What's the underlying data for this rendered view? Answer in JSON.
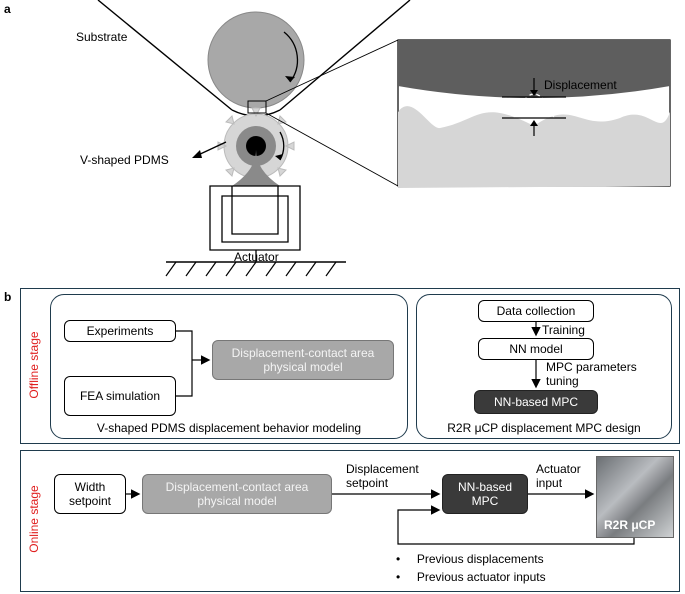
{
  "panel_a": {
    "letter": "a",
    "substrate_label": "Substrate",
    "pdms_label": "V-shaped PDMS",
    "actuator_label": "Actuator",
    "displacement_label": "Displacement"
  },
  "panel_b": {
    "letter": "b",
    "offline_stage": "Offline stage",
    "online_stage": "Online stage",
    "offline_left": {
      "experiments": "Experiments",
      "fea": "FEA simulation",
      "model": "Displacement-contact area physical model",
      "caption": "V-shaped PDMS displacement behavior modeling"
    },
    "offline_right": {
      "data_collection": "Data collection",
      "training": "Training",
      "nn_model": "NN model",
      "mpc_tuning": "MPC parameters tuning",
      "nn_mpc": "NN-based MPC",
      "caption": "R2R μCP displacement MPC design"
    },
    "online": {
      "width_setpoint": "Width setpoint",
      "model": "Displacement-contact area physical model",
      "displacement_setpoint": "Displacement setpoint",
      "nn_mpc": "NN-based MPC",
      "actuator_input": "Actuator input",
      "photo_label": "R2R μCP",
      "bullets": [
        "Previous displacements",
        "Previous actuator inputs"
      ]
    }
  },
  "colors": {
    "frame": "#1f3b4d",
    "stage_text": "#e02020",
    "gray_box": "#a8a8a8",
    "dark_box": "#3a3a3a"
  }
}
